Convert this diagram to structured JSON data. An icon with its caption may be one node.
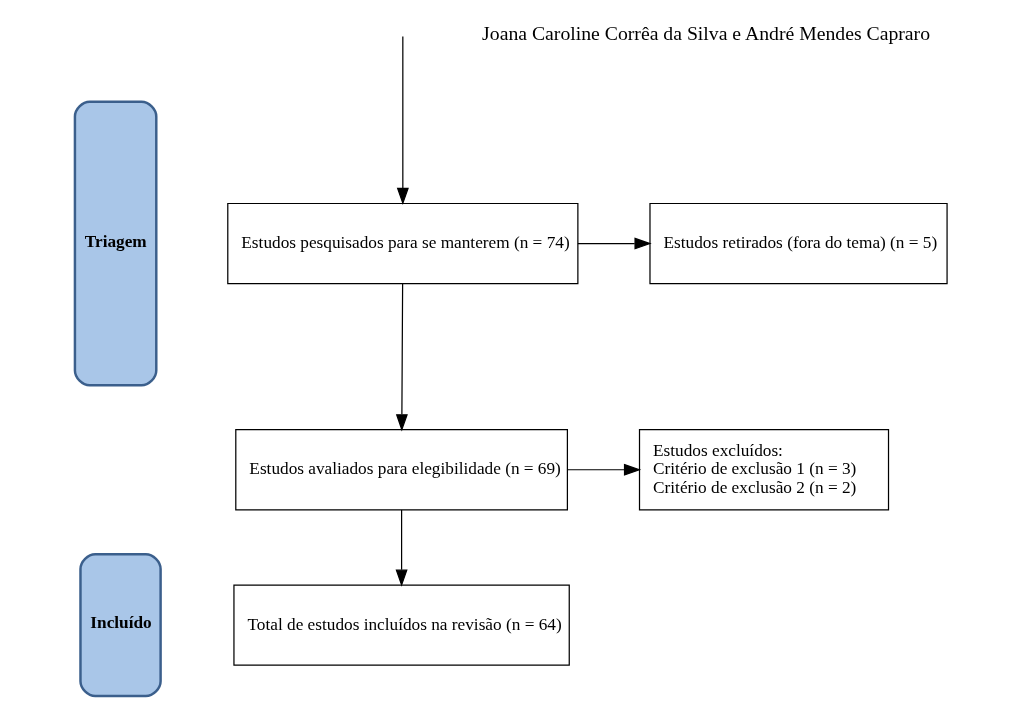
{
  "diagram": {
    "nodes": [
      {
        "text": [
          "Triagem"
        ]
      },
      {
        "text": [
          "Incluído"
        ]
      },
      {
        "text": [
          "Estudos pesquisados para se manterem (n = 74)"
        ]
      },
      {
        "text": [
          "Estudos retirados (fora do tema) (n = 5)"
        ]
      },
      {
        "text": [
          "Estudos avaliados para elegibilidade (n = 69)"
        ]
      },
      {
        "text": [
          "Estudos excluídos:",
          "Critério de exclusão 1 (n = 3)",
          "Critério de exclusão 2 (n = 2)"
        ]
      },
      {
        "text": [
          "Total de estudos incluídos na revisão (n = 64)"
        ]
      }
    ],
    "edges": [
      {
        "from": null,
        "to": 2,
        "arrow": "to"
      },
      {
        "from": 2,
        "to": 3,
        "arrow": "to"
      },
      {
        "from": 2,
        "to": 4,
        "arrow": "to"
      },
      {
        "from": 4,
        "to": 5,
        "arrow": "to"
      },
      {
        "from": 4,
        "to": 6,
        "arrow": "to"
      }
    ],
    "labels": [
      "Joana Caroline Corrêa da Silva e André Mendes Capraro"
    ]
  }
}
